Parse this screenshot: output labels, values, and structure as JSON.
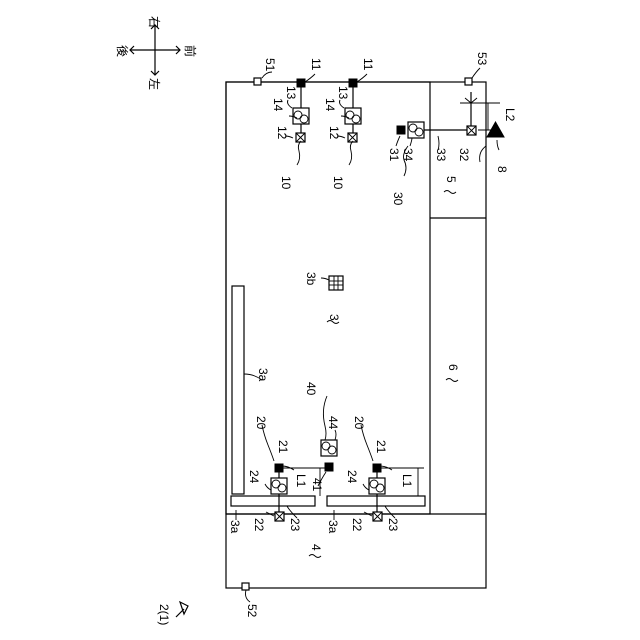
{
  "figure": {
    "ref_main": "2(1)",
    "compass": {
      "right": "右",
      "left": "左",
      "back": "後",
      "front": "前"
    },
    "labels": {
      "floor": "3",
      "floor_marker": "3b",
      "wall": "3a",
      "wall_left": "3a",
      "wall_mid": "3a",
      "area4": "4",
      "area5": "5",
      "area6": "6",
      "unit10_a": "10",
      "unit10_b": "10",
      "unit20_a": "20",
      "unit20_b": "20",
      "unit30": "30",
      "unit40": "40",
      "u11_a": "11",
      "u11_b": "11",
      "u12_a": "12",
      "u12_b": "12",
      "u13_a": "13",
      "u13_b": "13",
      "u14_a": "14",
      "u14_b": "14",
      "u21_a": "21",
      "u21_b": "21",
      "u22_a": "22",
      "u22_b": "22",
      "u23_a": "23",
      "u23_b": "23",
      "u24_a": "24",
      "u24_b": "24",
      "u31": "31",
      "u32": "32",
      "u33": "33",
      "u34": "34",
      "u41": "41",
      "u44": "44",
      "s51": "51",
      "s52": "52",
      "s53": "53",
      "m8": "8",
      "L1_a": "L1",
      "L1_b": "L1",
      "L2": "L2"
    }
  }
}
